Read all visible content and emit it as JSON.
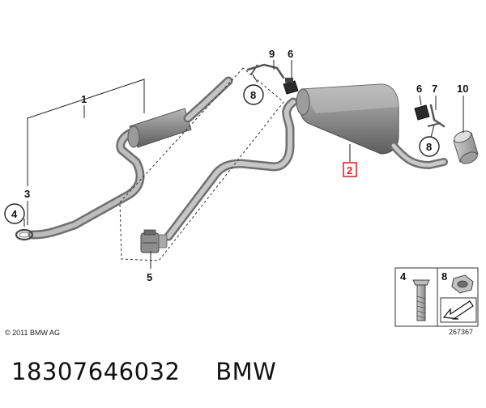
{
  "diagram": {
    "callouts": [
      {
        "id": "1",
        "label": "1"
      },
      {
        "id": "2",
        "label": "2",
        "highlight_color": "#e0242f"
      },
      {
        "id": "3",
        "label": "3"
      },
      {
        "id": "4",
        "label": "4"
      },
      {
        "id": "5",
        "label": "5"
      },
      {
        "id": "6a",
        "label": "6"
      },
      {
        "id": "6b",
        "label": "6"
      },
      {
        "id": "7",
        "label": "7"
      },
      {
        "id": "8a",
        "label": "8"
      },
      {
        "id": "8b",
        "label": "8"
      },
      {
        "id": "9",
        "label": "9"
      },
      {
        "id": "10",
        "label": "10"
      }
    ],
    "legend": {
      "left_label": "4",
      "right_label": "8"
    },
    "copyright": "© 2011 BMW AG",
    "image_number": "267367"
  },
  "footer": {
    "part_number": "18307646032",
    "brand": "BMW"
  }
}
